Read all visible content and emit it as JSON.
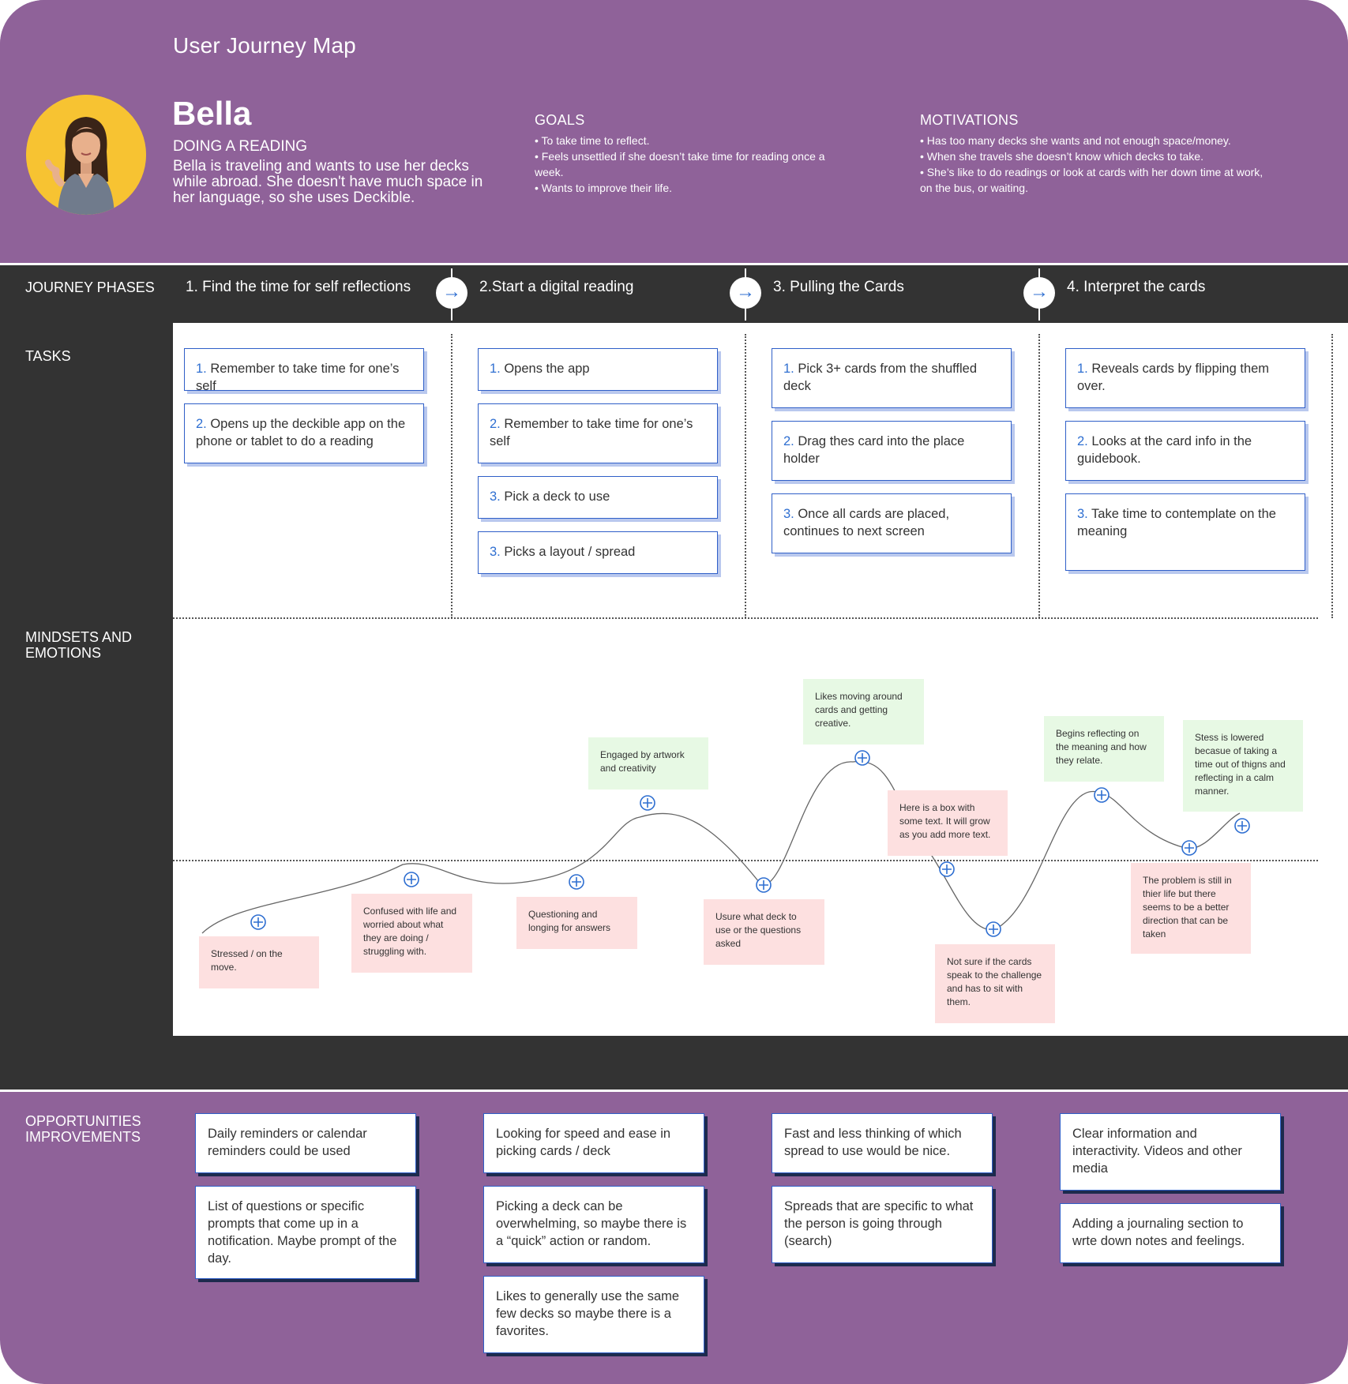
{
  "header": {
    "map_title": "User Journey Map",
    "persona_name": "Bella",
    "persona_role": "DOING A READING",
    "persona_description": "Bella is traveling and wants to use her decks while abroad. She doesn't have much space in her language, so she uses Deckible.",
    "goals_title": "GOALS",
    "goals": [
      "• To take time to reflect.",
      "• Feels unsettled if she doesn’t take time for reading once a week.",
      "• Wants to improve their life."
    ],
    "motivations_title": "MOTIVATIONS",
    "motivations": [
      "• Has too many decks she wants and not enough space/money.",
      "• When she travels she doesn’t know which decks to take.",
      "• She’s like to do readings or look at cards with her down time at work, on the bus, or waiting."
    ]
  },
  "rows": {
    "phases": "JOURNEY PHASES",
    "tasks": "TASKS",
    "mindsets": "MINDSETS AND EMOTIONS",
    "opportunities": "OPPORTUNITIES IMPROVEMENTS"
  },
  "phases": [
    "1. Find the time for self reflections",
    "2.Start a digital reading",
    "3. Pulling the Cards",
    "4. Interpret the cards"
  ],
  "icons": {
    "phase_arrow": "arrow-right-icon",
    "plus": "plus-circle-icon"
  },
  "colors": {
    "purple": "#8f6299",
    "dark": "#333333",
    "blue": "#2f6fd1",
    "pink_note": "#fde0e0",
    "green_note": "#e7f9e4"
  },
  "tasks": [
    [
      {
        "num": "1.",
        "text": " Remember to take time for one’s self"
      },
      {
        "num": "2.",
        "text": " Opens up the deckible app on the phone or tablet to do a reading"
      }
    ],
    [
      {
        "num": "1.",
        "text": " Opens the app"
      },
      {
        "num": "2.",
        "text": " Remember to take time for one’s self"
      },
      {
        "num": "3.",
        "text": " Pick a deck to use"
      },
      {
        "num": "3.",
        "text": " Picks a layout / spread"
      }
    ],
    [
      {
        "num": "1.",
        "text": " Pick 3+ cards from the shuffled deck"
      },
      {
        "num": "2.",
        "text": " Drag thes card into the place holder"
      },
      {
        "num": "3.",
        "text": " Once all cards are placed, continues to next screen"
      }
    ],
    [
      {
        "num": "1.",
        "text": " Reveals cards by flipping them over."
      },
      {
        "num": "2.",
        "text": " Looks at the card info in the guidebook."
      },
      {
        "num": "3.",
        "text": " Take time to contemplate on the meaning"
      }
    ]
  ],
  "emotions": [
    {
      "text": "Stressed / on the move.",
      "tone": "negative"
    },
    {
      "text": "Confused with life and worried about what they are doing / struggling with.",
      "tone": "negative"
    },
    {
      "text": "Questioning and longing for answers",
      "tone": "negative"
    },
    {
      "text": "Engaged by artwork and creativity",
      "tone": "positive"
    },
    {
      "text": "Usure what deck to use or the questions asked",
      "tone": "negative"
    },
    {
      "text": "Likes moving around cards and getting creative.",
      "tone": "positive"
    },
    {
      "text": "Here is a box with some text. It will grow as you add more text.",
      "tone": "negative"
    },
    {
      "text": "Not sure if the cards speak to the challenge and has to sit with them.",
      "tone": "negative"
    },
    {
      "text": "Begins reflecting on the meaning and how they relate.",
      "tone": "positive"
    },
    {
      "text": "The problem is still in thier life but there seems to be a better direction that can be taken",
      "tone": "negative"
    },
    {
      "text": "Stess is lowered becasue of taking a time out of thigns and reflecting in a calm manner.",
      "tone": "positive"
    }
  ],
  "opportunities": [
    [
      "Daily reminders or calendar reminders could be used",
      "List of questions or specific prompts that come up in a notification. Maybe prompt of the day."
    ],
    [
      "Looking for speed and ease in picking cards / deck",
      "Picking a deck can be overwhelming, so maybe there is a “quick” action or random.",
      "Likes to generally use the same few decks so maybe there is a favorites."
    ],
    [
      "Fast and less thinking of which spread to use would be nice.",
      "Spreads that are specific to what the person is going through (search)"
    ],
    [
      "Clear information and interactivity. Videos and other media",
      "Adding a journaling section to wrte down notes and feelings."
    ]
  ]
}
